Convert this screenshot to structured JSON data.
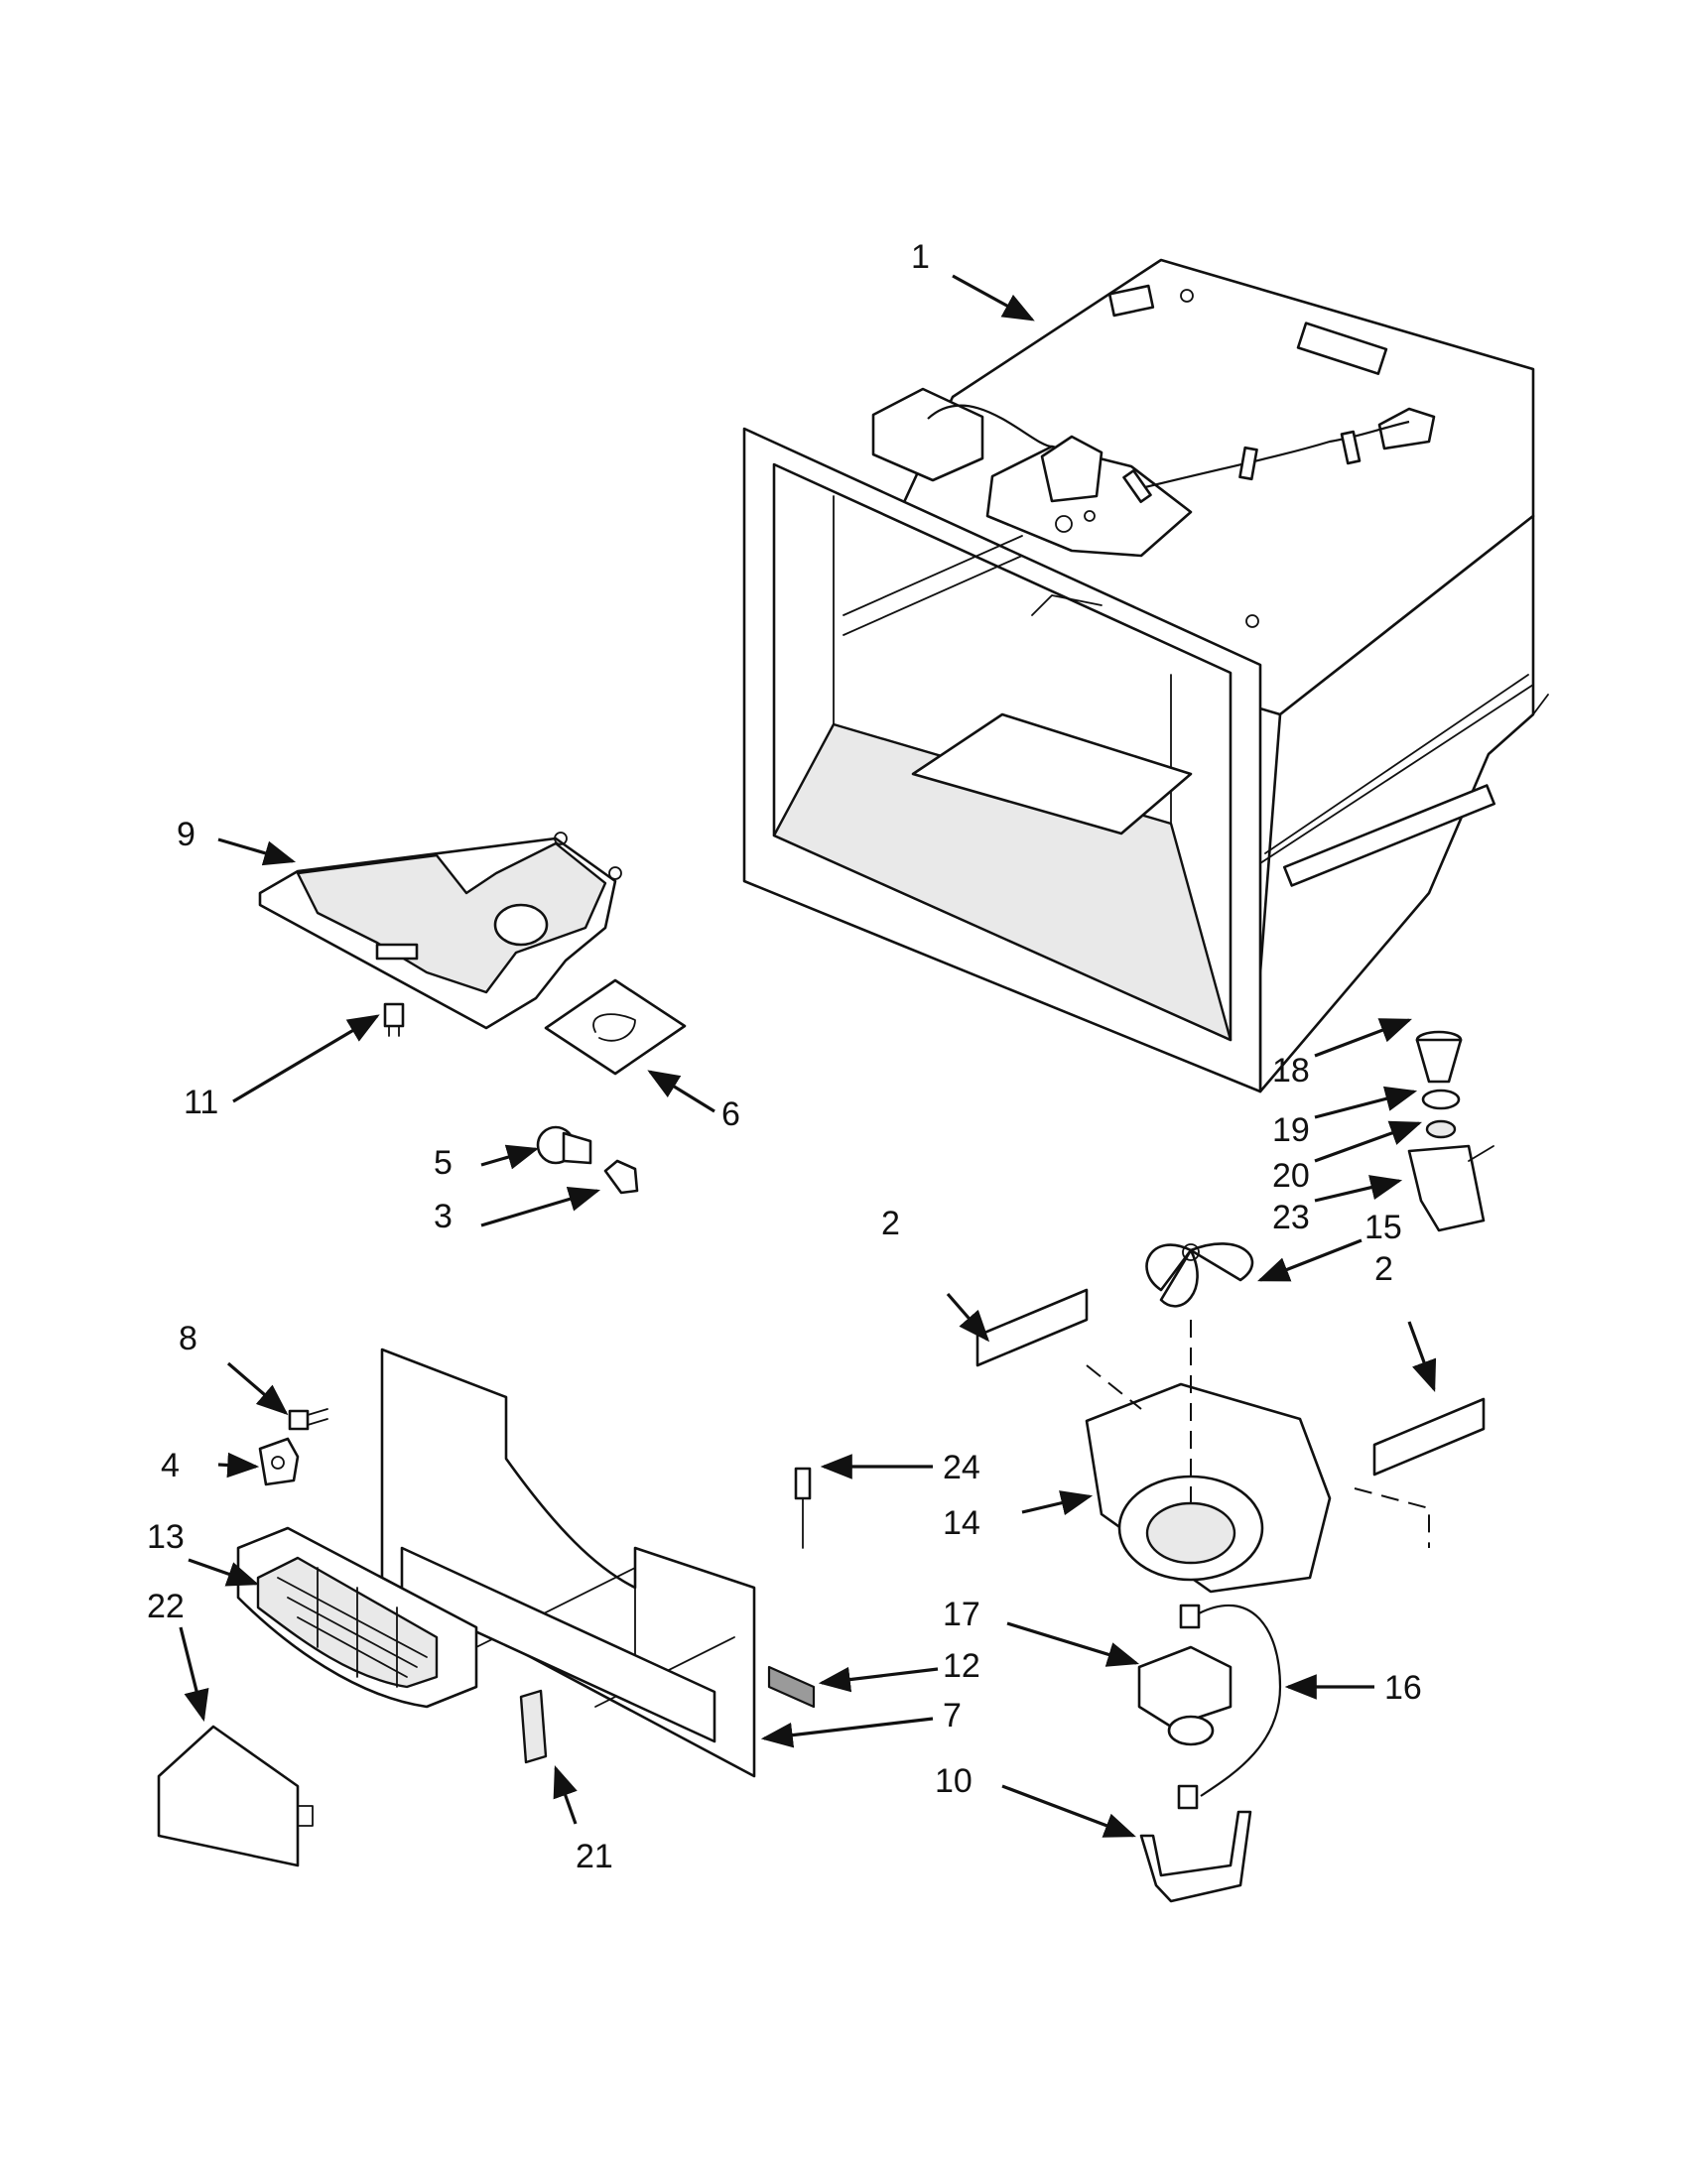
{
  "callouts": [
    {
      "id": "1",
      "label": "1"
    },
    {
      "id": "2a",
      "label": "2"
    },
    {
      "id": "2b",
      "label": "2"
    },
    {
      "id": "3",
      "label": "3"
    },
    {
      "id": "4",
      "label": "4"
    },
    {
      "id": "5",
      "label": "5"
    },
    {
      "id": "6",
      "label": "6"
    },
    {
      "id": "7",
      "label": "7"
    },
    {
      "id": "8",
      "label": "8"
    },
    {
      "id": "9",
      "label": "9"
    },
    {
      "id": "10",
      "label": "10"
    },
    {
      "id": "11",
      "label": "11"
    },
    {
      "id": "12",
      "label": "12"
    },
    {
      "id": "13",
      "label": "13"
    },
    {
      "id": "14",
      "label": "14"
    },
    {
      "id": "15",
      "label": "15"
    },
    {
      "id": "16",
      "label": "16"
    },
    {
      "id": "17",
      "label": "17"
    },
    {
      "id": "18",
      "label": "18"
    },
    {
      "id": "19",
      "label": "19"
    },
    {
      "id": "20",
      "label": "20"
    },
    {
      "id": "21",
      "label": "21"
    },
    {
      "id": "22",
      "label": "22"
    },
    {
      "id": "23",
      "label": "23"
    },
    {
      "id": "24",
      "label": "24"
    }
  ]
}
